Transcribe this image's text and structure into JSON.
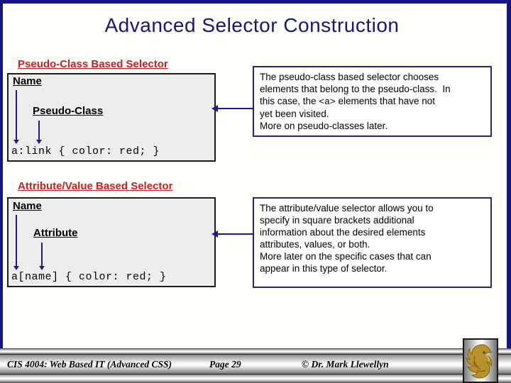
{
  "title": "Advanced Selector Construction",
  "sections": [
    {
      "heading": "Pseudo-Class Based Selector",
      "diagram": {
        "label1": "Name",
        "label2": "Pseudo-Class",
        "code": "a:link { color: red; }"
      },
      "note": {
        "line1": "The pseudo-class based selector chooses",
        "line2": "elements that belong to the pseudo-class.  In",
        "line3_pre": "this case, the ",
        "line3_code": "<a>",
        "line3_post": " elements that have not",
        "line4": "yet been visited.",
        "line5": "More on pseudo-classes later."
      }
    },
    {
      "heading": "Attribute/Value Based Selector",
      "diagram": {
        "label1": "Name",
        "label2": "Attribute",
        "code": "a[name] { color: red; }"
      },
      "note": {
        "line1": "The attribute/value selector allows you to",
        "line2": "specify in square brackets additional",
        "line3": "information about the desired elements",
        "line4": "attributes, values, or both.",
        "line5": "More later on the specific cases that can",
        "line6": "appear in this type of selector."
      }
    }
  ],
  "footer": {
    "course": "CIS 4004: Web Based IT (Advanced CSS)",
    "page": "Page 29",
    "copyright": "© Dr. Mark Llewellyn"
  },
  "logo_name": "ucf-pegasus",
  "colors": {
    "navy": "#15157E",
    "arrow": "#1C1C8F",
    "red": "#C32222",
    "box_bg": "#EDEDED",
    "box_border": "#1C1C1C",
    "note_border": "#27276F",
    "gold": "#B8912B",
    "gold_dark": "#7C5E12"
  }
}
